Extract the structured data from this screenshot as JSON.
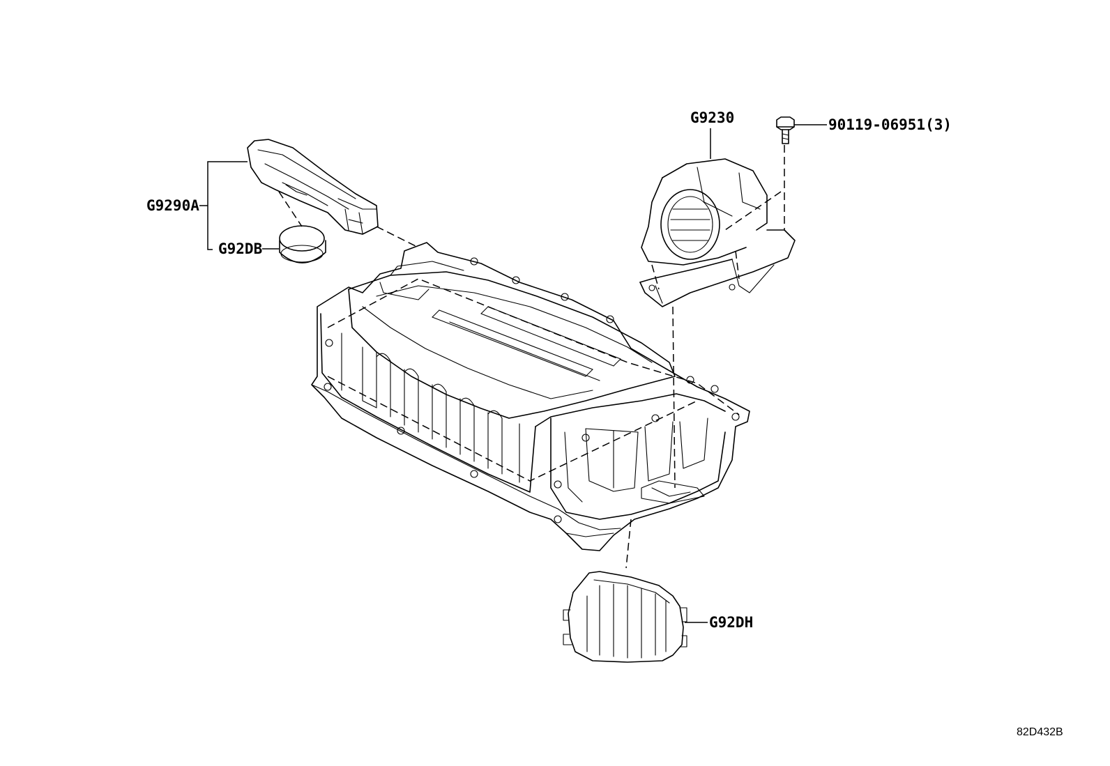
{
  "labels": {
    "duct": "G9290A",
    "duct_seal": "G92DB",
    "blower": "G9230",
    "bolt": "90119-06951(3)",
    "filter": "G92DH"
  },
  "figure_code": "82D432B"
}
